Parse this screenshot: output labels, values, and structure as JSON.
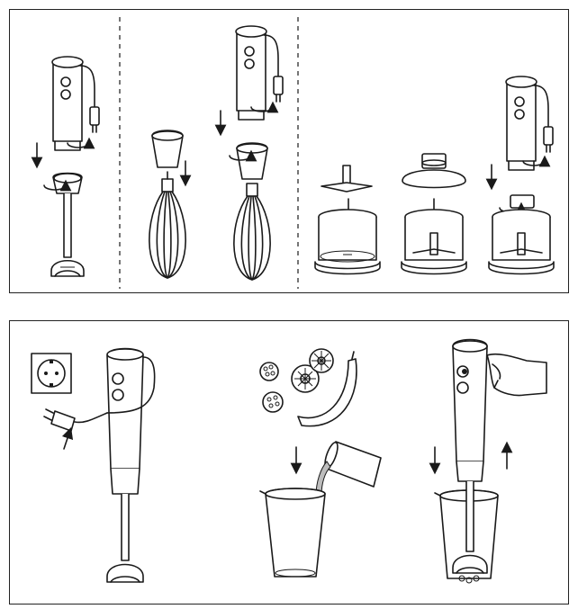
{
  "panels": [
    {
      "id": "assembly",
      "steps": [
        "attach-blender-shaft",
        "attach-whisk",
        "attach-chopper"
      ]
    },
    {
      "id": "usage",
      "steps": [
        "plug-in",
        "add-ingredients",
        "blend-in-beaker"
      ]
    }
  ],
  "icons": [
    "hand-blender-icon",
    "whisk-icon",
    "chopper-bowl-icon",
    "power-socket-icon",
    "plug-icon",
    "fruit-icon",
    "beaker-icon",
    "hand-icon",
    "arrow-icon",
    "rotate-icon"
  ],
  "colors": {
    "line": "#1a1a1a",
    "background": "#ffffff",
    "pour": "#bdbdbd"
  }
}
